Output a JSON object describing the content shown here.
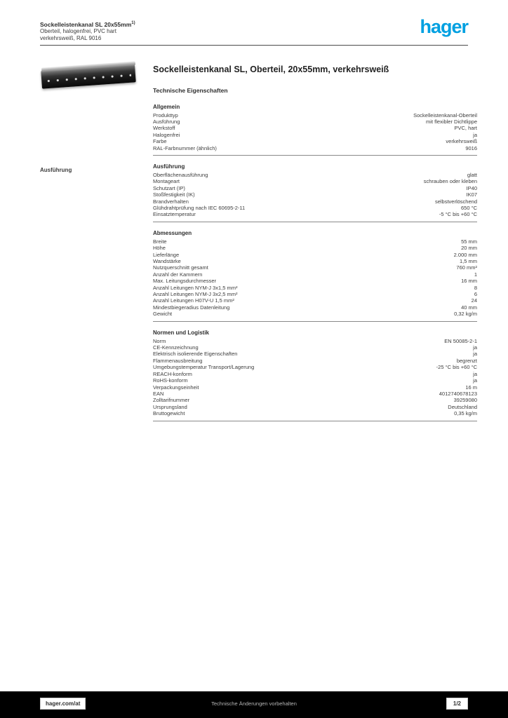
{
  "header": {
    "code_line": "Sockelleistenkanal SL 20x55mm",
    "code_note": "1)",
    "line2": "Oberteil, halogenfrei, PVC hart",
    "line3": "verkehrsweiß, RAL 9016",
    "logo_text": "hager",
    "logo_color": "#00a0e1"
  },
  "margin_label": "Ausführung",
  "main": {
    "title": "Sockelleistenkanal SL, Oberteil, 20x55mm, verkehrsweiß",
    "subtitle": "Technische Eigenschaften"
  },
  "table": {
    "sections": [
      {
        "header": "Allgemein",
        "rows": [
          {
            "label": "Produkttyp",
            "value": "Sockelleistenkanal-Oberteil"
          },
          {
            "label": "Ausführung",
            "value": "mit flexibler Dichtlippe"
          },
          {
            "label": "Werkstoff",
            "value": "PVC, hart"
          },
          {
            "label": "Halogenfrei",
            "value": "ja"
          },
          {
            "label": "Farbe",
            "value": "verkehrsweiß"
          },
          {
            "label": "RAL-Farbnummer (ähnlich)",
            "value": "9016"
          }
        ]
      },
      {
        "header": "Ausführung",
        "rows": [
          {
            "label": "Oberflächenausführung",
            "value": "glatt"
          },
          {
            "label": "Montageart",
            "value": "schrauben oder kleben"
          },
          {
            "label": "Schutzart (IP)",
            "value": "IP40"
          },
          {
            "label": "Stoßfestigkeit (IK)",
            "value": "IK07"
          },
          {
            "label": "Brandverhalten",
            "value": "selbstverlöschend"
          },
          {
            "label": "Glühdrahtprüfung nach IEC 60695-2-11",
            "value": "650 °C"
          },
          {
            "label": "Einsatztemperatur",
            "value": "-5 °C bis +60 °C"
          }
        ]
      },
      {
        "header": "Abmessungen",
        "rows": [
          {
            "label": "Breite",
            "value": "55 mm"
          },
          {
            "label": "Höhe",
            "value": "20 mm"
          },
          {
            "label": "Lieferlänge",
            "value": "2.000 mm"
          },
          {
            "label": "Wandstärke",
            "value": "1,5 mm"
          },
          {
            "label": "Nutzquerschnitt gesamt",
            "value": "760 mm²"
          },
          {
            "label": "Anzahl der Kammern",
            "value": "1"
          },
          {
            "label": "Max. Leitungsdurchmesser",
            "value": "16 mm"
          },
          {
            "label": "Anzahl Leitungen NYM-J 3x1,5 mm²",
            "value": "8"
          },
          {
            "label": "Anzahl Leitungen NYM-J 3x2,5 mm²",
            "value": "6"
          },
          {
            "label": "Anzahl Leitungen H07V-U 1,5 mm²",
            "value": "24"
          },
          {
            "label": "Mindestbiegeradius Datenleitung",
            "value": "40 mm"
          },
          {
            "label": "Gewicht",
            "value": "0,32 kg/m"
          }
        ]
      },
      {
        "header": "Normen und Logistik",
        "rows": [
          {
            "label": "Norm",
            "value": "EN 50085-2-1"
          },
          {
            "label": "CE-Kennzeichnung",
            "value": "ja"
          },
          {
            "label": "Elektrisch isolierende Eigenschaften",
            "value": "ja"
          },
          {
            "label": "Flammenausbreitung",
            "value": "begrenzt"
          },
          {
            "label": "Umgebungstemperatur Transport/Lagerung",
            "value": "-25 °C bis +60 °C"
          },
          {
            "label": "REACH-konform",
            "value": "ja"
          },
          {
            "label": "RoHS-konform",
            "value": "ja"
          },
          {
            "label": "Verpackungseinheit",
            "value": "16 m"
          },
          {
            "label": "EAN",
            "value": "4012740678123"
          },
          {
            "label": "Zolltarifnummer",
            "value": "39259080"
          },
          {
            "label": "Ursprungsland",
            "value": "Deutschland"
          },
          {
            "label": "Bruttogewicht",
            "value": "0,35 kg/m"
          }
        ]
      }
    ]
  },
  "footer": {
    "website": "hager.com/at",
    "note": "Technische Änderungen vorbehalten",
    "page": "1/2"
  }
}
